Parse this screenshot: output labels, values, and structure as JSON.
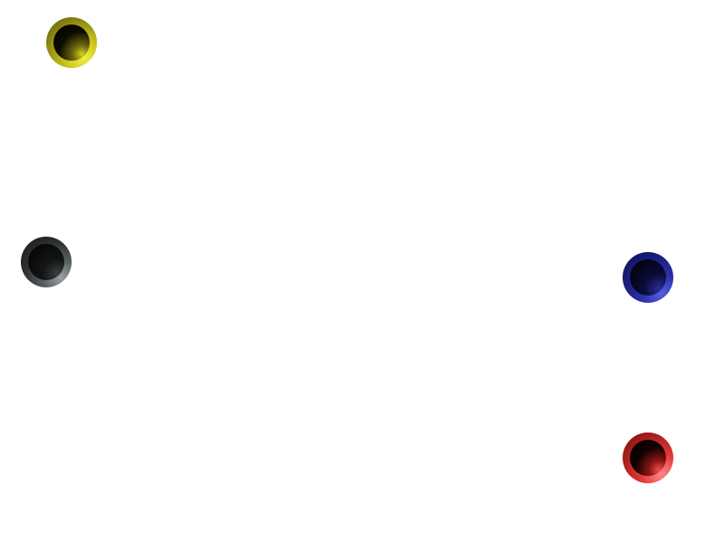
{
  "buttons": [
    {
      "id": "yellow",
      "color": "#c9c21c"
    },
    {
      "id": "black",
      "color": "#2a2c2e"
    },
    {
      "id": "blue",
      "color": "#2a2fa8"
    },
    {
      "id": "red",
      "color": "#e23a3a"
    }
  ]
}
